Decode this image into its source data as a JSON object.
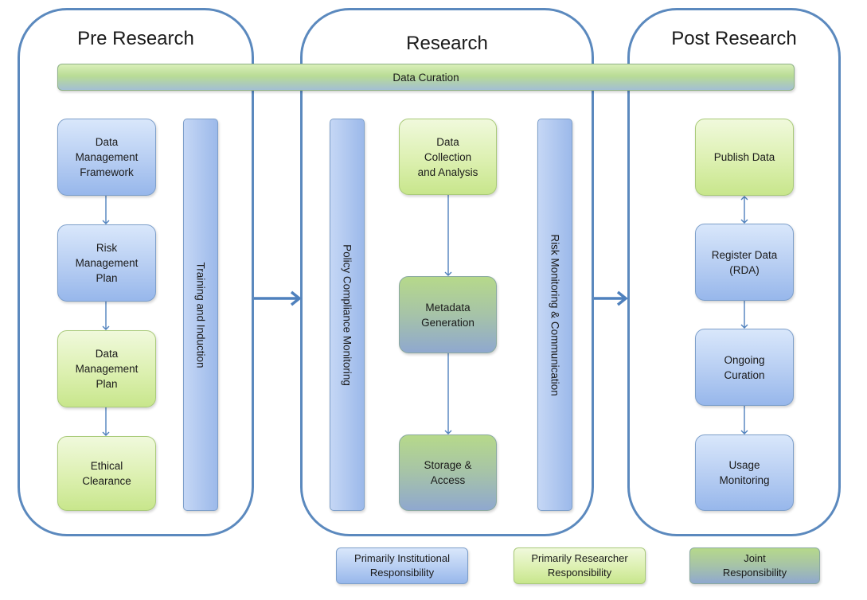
{
  "phases": [
    {
      "title": "Pre Research"
    },
    {
      "title": "Research"
    },
    {
      "title": "Post Research"
    }
  ],
  "data_curation": "Data Curation",
  "pre_research": {
    "boxes": [
      {
        "label": "Data\nManagement\nFramework",
        "type": "institutional"
      },
      {
        "label": "Risk\nManagement\nPlan",
        "type": "institutional"
      },
      {
        "label": "Data\nManagement\nPlan",
        "type": "researcher"
      },
      {
        "label": "Ethical\nClearance",
        "type": "researcher"
      }
    ],
    "bar": "Training and Induction"
  },
  "research": {
    "left_bar": "Policy Compliance Monitoring",
    "right_bar": "Risk Monitoring & Communication",
    "boxes": [
      {
        "label": "Data\nCollection\nand Analysis",
        "type": "researcher"
      },
      {
        "label": "Metadata\nGeneration",
        "type": "joint"
      },
      {
        "label": "Storage &\nAccess",
        "type": "joint"
      }
    ]
  },
  "post_research": {
    "boxes": [
      {
        "label": "Publish Data",
        "type": "researcher"
      },
      {
        "label": "Register Data\n(RDA)",
        "type": "institutional"
      },
      {
        "label": "Ongoing\nCuration",
        "type": "institutional"
      },
      {
        "label": "Usage\nMonitoring",
        "type": "institutional"
      }
    ]
  },
  "legend": [
    {
      "label": "Primarily  Institutional\nResponsibility",
      "type": "institutional"
    },
    {
      "label": "Primarily Researcher\nResponsibility",
      "type": "researcher"
    },
    {
      "label": "Joint\nResponsibility",
      "type": "joint"
    }
  ],
  "colors": {
    "institutional": "#b6cdf2",
    "researcher": "#dcf0b0",
    "joint": "#a6c3a8",
    "outline": "#5b89be",
    "arrow": "#4f81bd"
  }
}
